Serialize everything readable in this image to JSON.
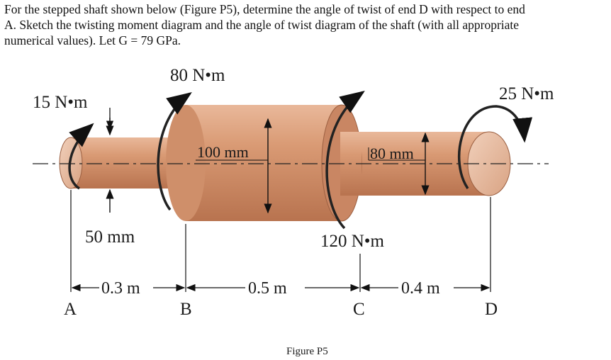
{
  "problem": {
    "lines": [
      "For the stepped shaft shown below (Figure P5), determine the angle of twist of end D with respect to end",
      "A. Sketch the twisting moment diagram and the angle of twist diagram of the shaft (with all appropriate",
      "numerical values). Let G = 79 GPa."
    ]
  },
  "figure": {
    "torques": {
      "A": "15 N•m",
      "B": "80 N•m",
      "C": "120 N•m",
      "D": "25 N•m"
    },
    "diameters": {
      "small_left": "50 mm",
      "large": "100 mm",
      "small_right": "80 mm"
    },
    "lengths": {
      "AB": "0.3 m",
      "BC": "0.5 m",
      "CD": "0.4 m"
    },
    "points": [
      "A",
      "B",
      "C",
      "D"
    ],
    "caption": "Figure P5"
  }
}
